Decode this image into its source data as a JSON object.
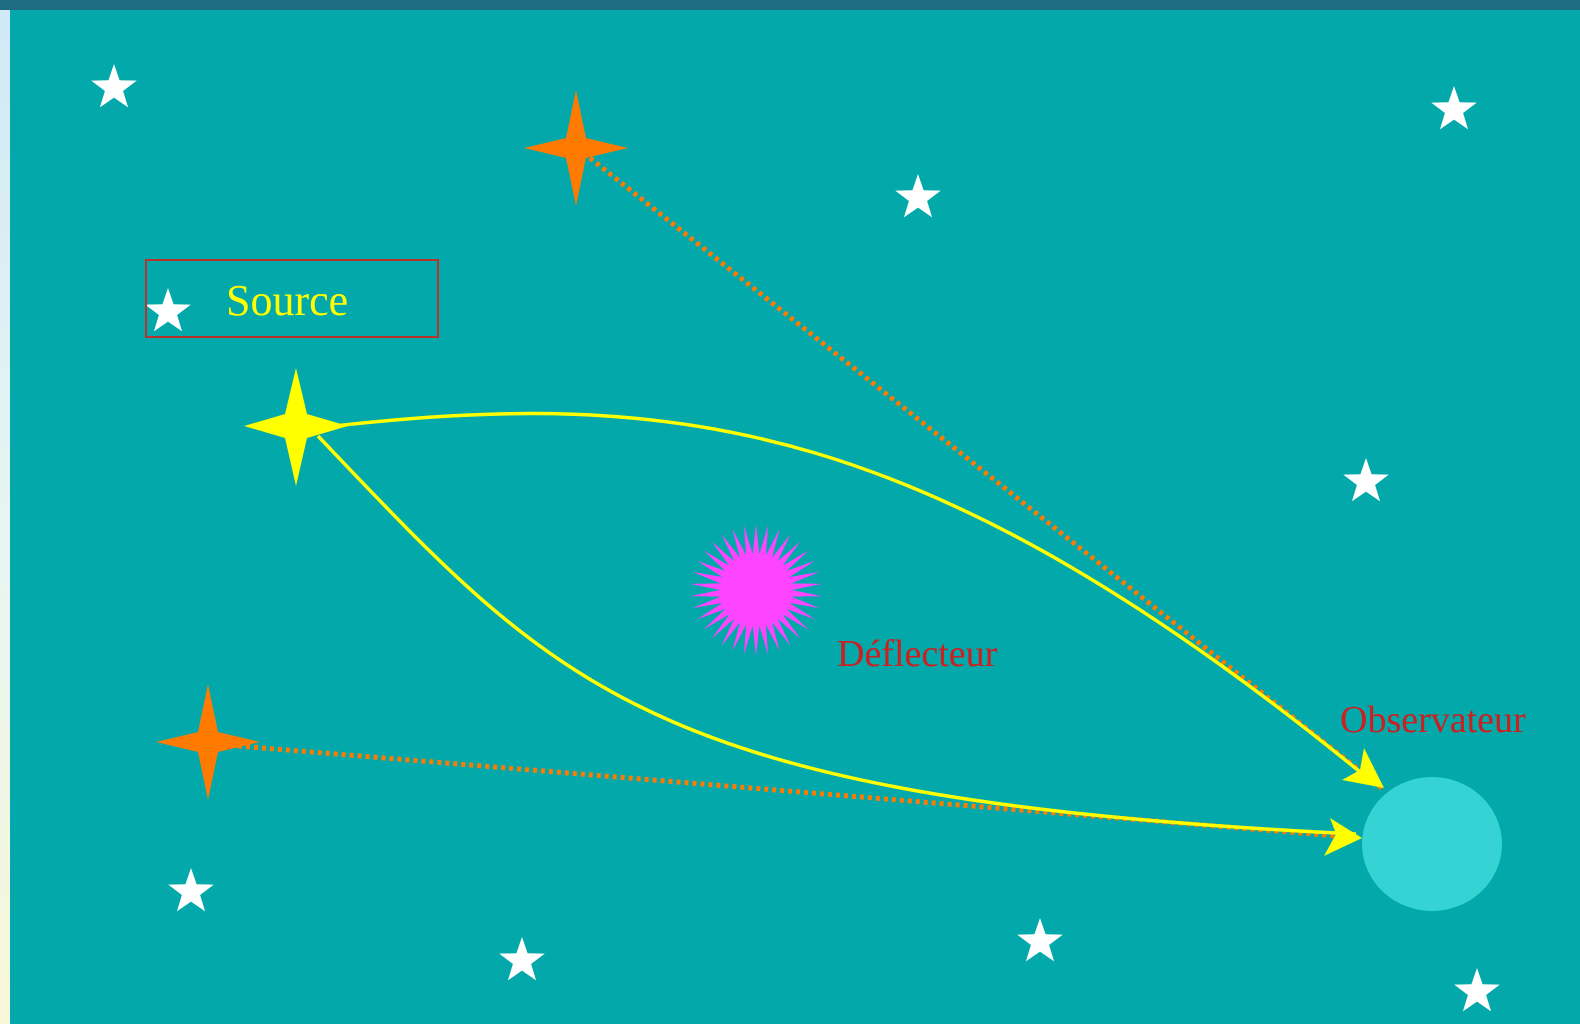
{
  "slide": {
    "title": "CRÉANT UN EFFET DE MIRAGE"
  },
  "labels": {
    "source": "Source",
    "deflector": "Déflecteur",
    "observer": "Observateur"
  },
  "icons": {
    "source": "four-point-star-icon",
    "images": "four-point-star-icon",
    "deflector": "starburst-icon",
    "observer": "circle-icon",
    "background_stars": "star-icon"
  },
  "colors": {
    "background": "#02a8aa",
    "top_band": "#1f6b82",
    "source_star": "#ffff00",
    "image_star": "#ff7a00",
    "light_path": "#ffff00",
    "apparent_path": "#ff7a00",
    "deflector": "#ff44ff",
    "observer": "#35d3d3",
    "source_label": "#ffff00",
    "deflector_label": "#cc1f1f",
    "observer_label": "#cc1f1f",
    "source_box_border": "#b8322c",
    "background_star": "#ffffff"
  }
}
